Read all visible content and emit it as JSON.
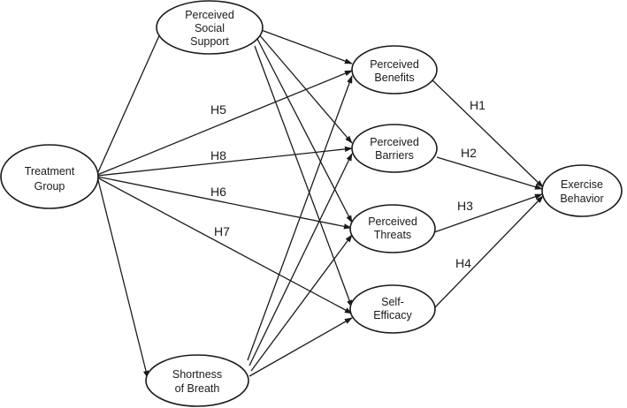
{
  "nodes": {
    "treatment_group": [
      "Treatment",
      "Group"
    ],
    "perceived_social_support": [
      "Perceived",
      "Social",
      "Support"
    ],
    "shortness_of_breath": [
      "Shortness",
      "of Breath"
    ],
    "perceived_benefits": [
      "Perceived",
      "Benefits"
    ],
    "perceived_barriers": [
      "Perceived",
      "Barriers"
    ],
    "perceived_threats": [
      "Perceived",
      "Threats"
    ],
    "self_efficacy": [
      "Self-",
      "Efficacy"
    ],
    "exercise_behavior": [
      "Exercise",
      "Behavior"
    ]
  },
  "hypotheses": {
    "h1": "H1",
    "h2": "H2",
    "h3": "H3",
    "h4": "H4",
    "h5": "H5",
    "h6": "H6",
    "h7": "H7",
    "h8": "H8"
  }
}
